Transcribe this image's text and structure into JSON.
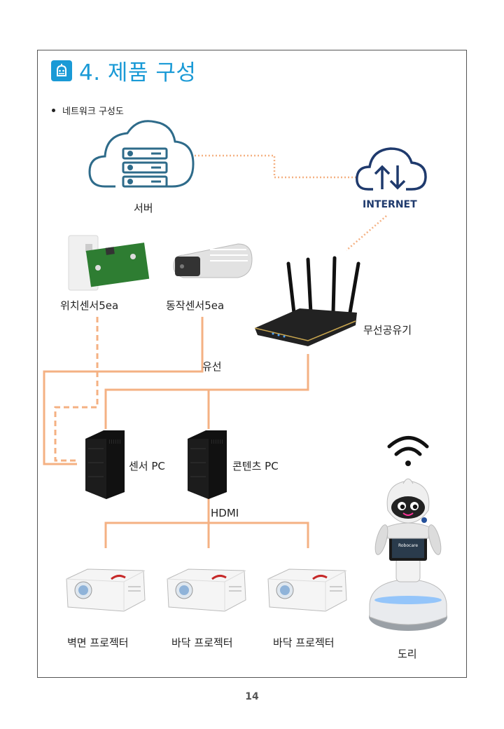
{
  "title": "4. 제품 구성",
  "bullet": "네트워크 구성도",
  "nodes": {
    "server": "서버",
    "internet": "INTERNET",
    "position_sensor": "위치센서5ea",
    "motion_sensor": "동작센서5ea",
    "router": "무선공유기",
    "wired": "유선",
    "sensor_pc": "센서 PC",
    "content_pc": "콘텐츠 PC",
    "hdmi": "HDMI",
    "projector_wall": "벽면 프로젝터",
    "projector_floor_1": "바닥 프로젝터",
    "projector_floor_2": "바닥 프로젝터",
    "robot": "도리",
    "robot_screen": "Robocare"
  },
  "colors": {
    "accent": "#1a9ad6",
    "connection": "#f4b183",
    "cloud": "#2e6b8a",
    "internet_cloud": "#1f3a6d"
  },
  "page_number": "14"
}
